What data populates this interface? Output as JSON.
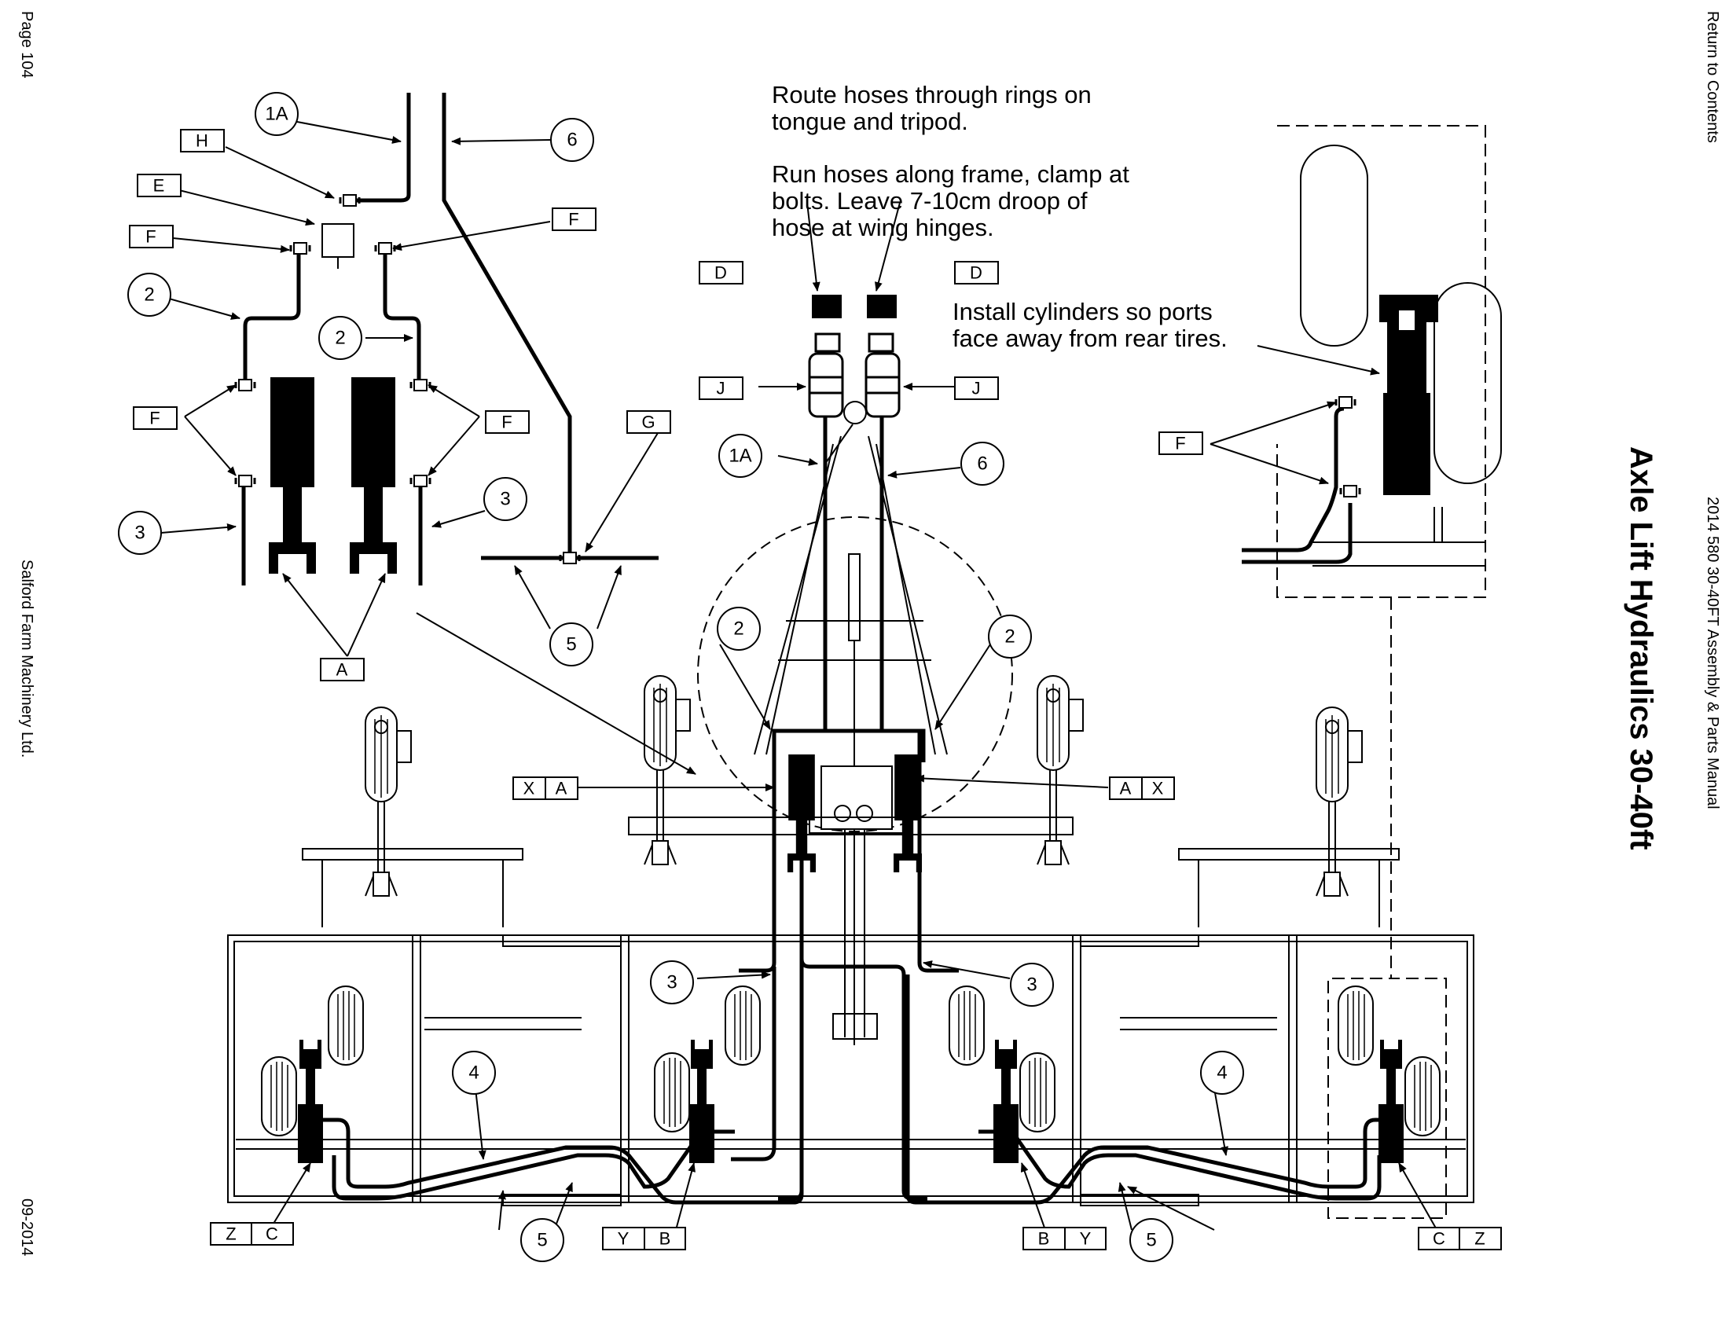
{
  "margin": {
    "page": "Page 104",
    "company": "Salford Farm Machinery Ltd.",
    "date": "09-2014",
    "return": "Return to Contents",
    "manual": "2014 580 30-40FT Assembly & Parts Manual",
    "title": "Axle Lift Hydraulics 30-40ft"
  },
  "notes": {
    "route": "Route hoses through rings on\ntongue and tripod.",
    "run": "Run hoses along frame, clamp at\nbolts. Leave 7-10cm droop of\nhose at wing hinges.",
    "install": "Install cylinders so ports\nface away from rear tires."
  },
  "balloons": {
    "b1A": "1A",
    "b2": "2",
    "b3": "3",
    "b4": "4",
    "b5": "5",
    "b6": "6"
  },
  "boxes": {
    "A": "A",
    "B": "B",
    "C": "C",
    "D": "D",
    "E": "E",
    "F": "F",
    "G": "G",
    "H": "H",
    "J": "J",
    "X": "X",
    "Y": "Y",
    "Z": "Z"
  }
}
